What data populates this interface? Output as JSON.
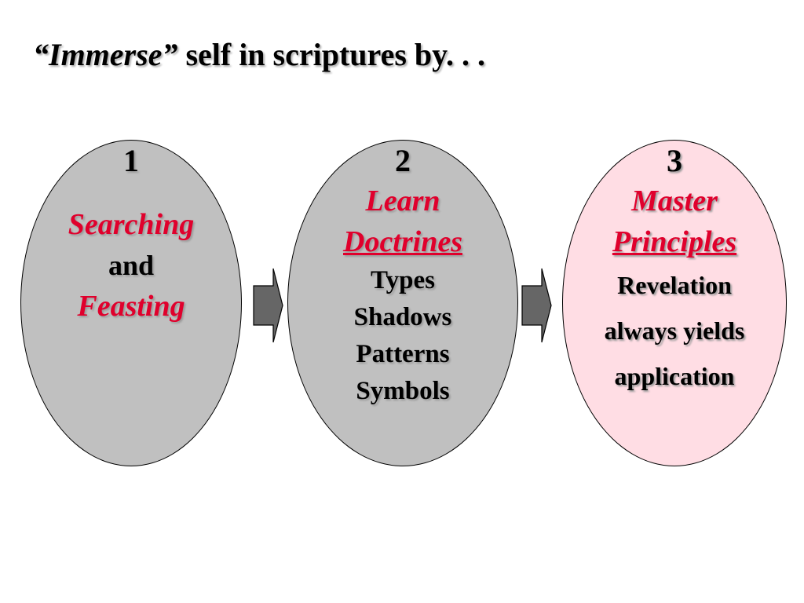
{
  "slide": {
    "title_emphasis": "“Immerse”",
    "title_rest": " self in scriptures by. . .",
    "steps": [
      {
        "number": "1",
        "lines": [
          "Searching",
          "and",
          "Feasting"
        ],
        "fill": "#c0c0c0"
      },
      {
        "number": "2",
        "heading": [
          "Learn",
          "Doctrines"
        ],
        "items": [
          "Types",
          "Shadows",
          "Patterns",
          "Symbols"
        ],
        "fill": "#c0c0c0"
      },
      {
        "number": "3",
        "heading": [
          "Master",
          "Principles"
        ],
        "items": [
          "Revelation",
          "always yields",
          "application"
        ],
        "fill": "#ffdde4"
      }
    ],
    "colors": {
      "accent_red": "#e0002c",
      "arrow": "#666666",
      "oval_gray": "#c0c0c0",
      "oval_pink": "#ffdde4"
    }
  }
}
